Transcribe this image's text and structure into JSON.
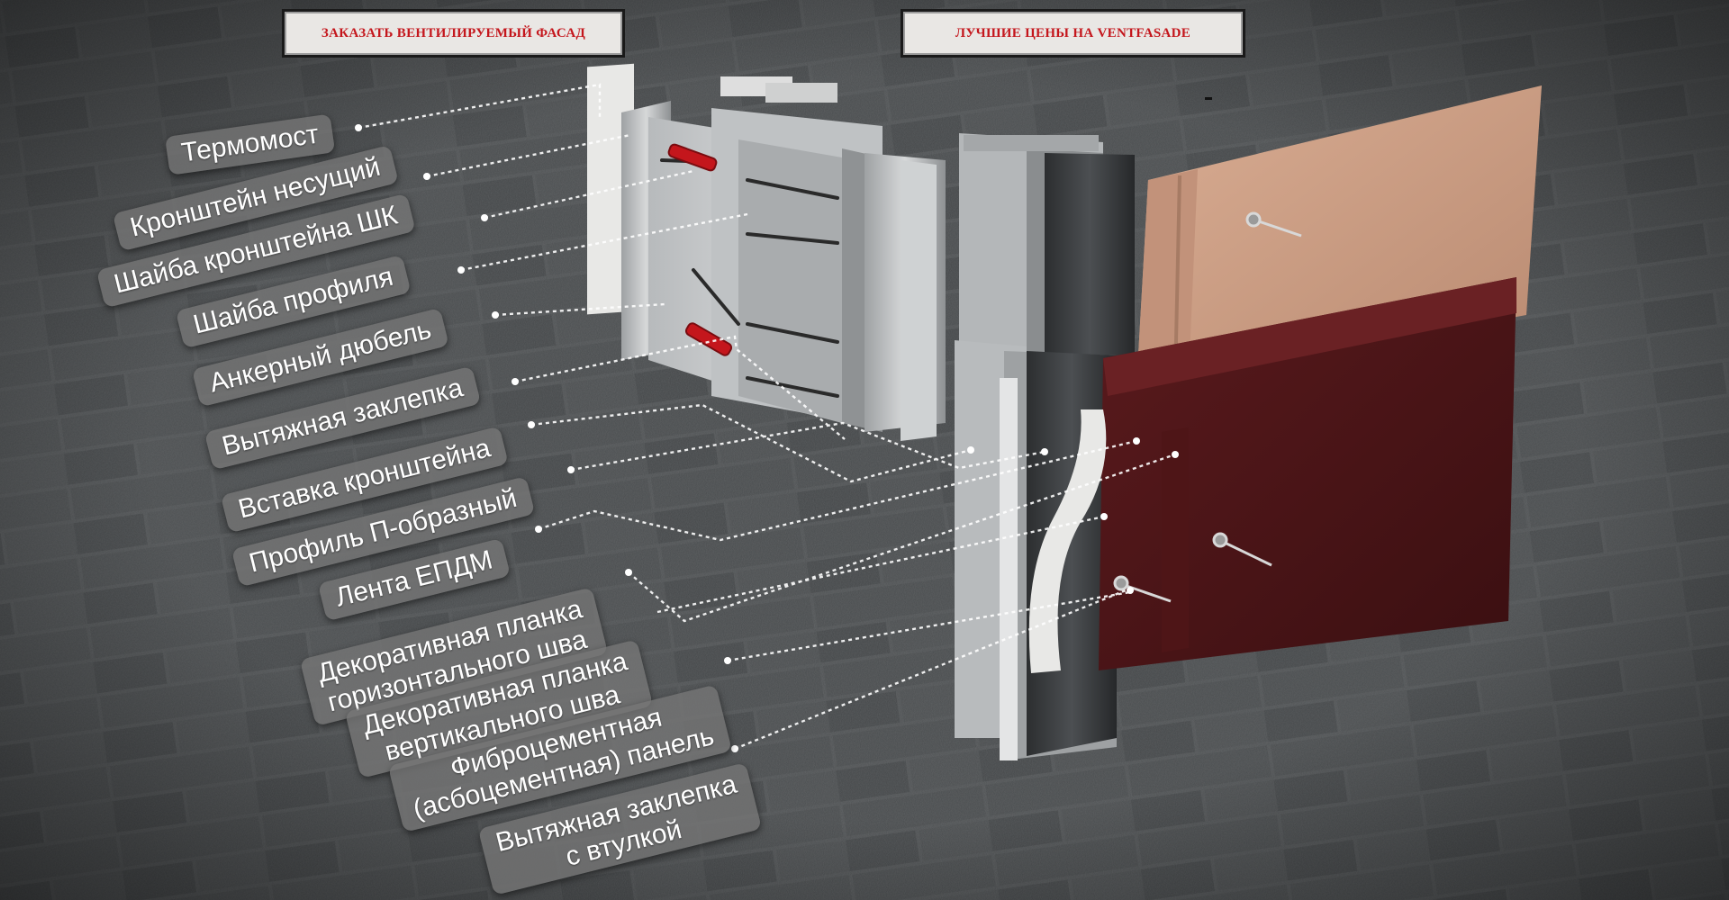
{
  "top_buttons": {
    "order": "ЗАКАЗАТЬ ВЕНТИЛИРУЕМЫЙ ФАСАД",
    "prices": "ЛУЧШИЕ ЦЕНЫ НА VENTFASADE"
  },
  "labels": {
    "termomost": "Термомост",
    "kronshtein_nesushchii": "Кронштейн несущий",
    "shaiba_kronshteina": "Шайба кронштейна ШК",
    "shaiba_profilya": "Шайба профиля",
    "ankernyi_dyubel": "Анкерный дюбель",
    "vytyazhnaya_zaklepka": "Вытяжная заклепка",
    "vstavka_kronshteina": "Вставка кронштейна",
    "profil_p": "Профиль П-образный",
    "lenta_epdm": "Лента ЕПДМ",
    "dek_gor_1": "Декоративная планка",
    "dek_gor_2": "горизонтального шва",
    "dek_vert_1": "Декоративная планка",
    "dek_vert_2": "вертикального шва",
    "fibro_1": "Фиброцементная",
    "fibro_2": "(асбоцементная) панель",
    "zaklepka_vtulka_1": "Вытяжная заклепка",
    "zaklepka_vtulka_2": "с втулкой"
  },
  "colors": {
    "wall": "#474a4c",
    "mortar": "#777b7e",
    "accent_red": "#c4161c",
    "panel_beige": "#c79a80",
    "panel_maroon": "#4a1416",
    "callout_line": "#ffffff"
  }
}
